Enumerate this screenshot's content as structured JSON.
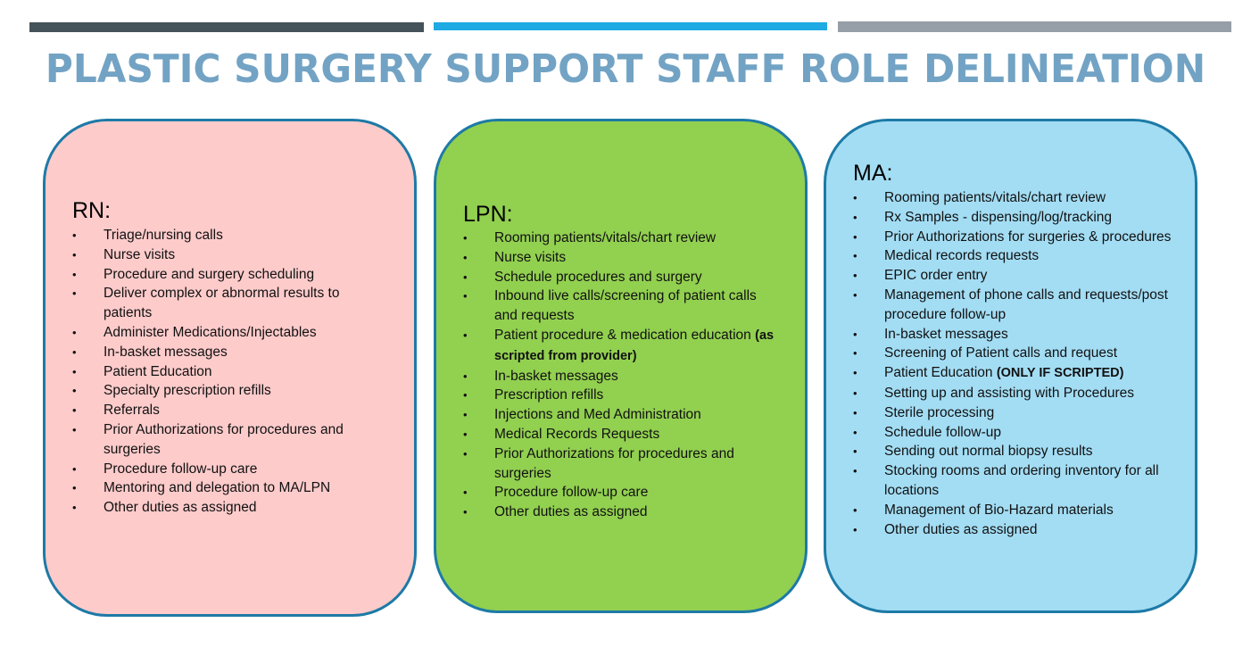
{
  "colors": {
    "bar_dark": "#465259",
    "bar_blue": "#1eaae2",
    "bar_gray": "#969ea8",
    "title": "#72a3c4",
    "box_border": "#1d7aa6",
    "rn_fill": "#fecbcb",
    "lpn_fill": "#92d050",
    "ma_fill": "#a3ddf4"
  },
  "title": "PLASTIC SURGERY SUPPORT STAFF ROLE DELINEATION",
  "bullet": "•",
  "rn": {
    "heading": "RN:",
    "items": [
      {
        "text": "Triage/nursing calls",
        "bold": ""
      },
      {
        "text": "Nurse visits",
        "bold": ""
      },
      {
        "text": "Procedure and surgery scheduling",
        "bold": ""
      },
      {
        "text": "Deliver complex or abnormal results to patients",
        "bold": ""
      },
      {
        "text": "Administer Medications/Injectables",
        "bold": ""
      },
      {
        "text": "In-basket messages",
        "bold": ""
      },
      {
        "text": "Patient Education",
        "bold": ""
      },
      {
        "text": "Specialty prescription refills",
        "bold": ""
      },
      {
        "text": "Referrals",
        "bold": ""
      },
      {
        "text": "Prior Authorizations for procedures and surgeries",
        "bold": ""
      },
      {
        "text": "Procedure follow-up care",
        "bold": ""
      },
      {
        "text": "Mentoring and delegation to MA/LPN",
        "bold": ""
      },
      {
        "text": "Other duties as assigned",
        "bold": ""
      }
    ]
  },
  "lpn": {
    "heading": "LPN:",
    "items": [
      {
        "text": "Rooming patients/vitals/chart review",
        "bold": ""
      },
      {
        "text": "Nurse visits",
        "bold": ""
      },
      {
        "text": "Schedule procedures and surgery",
        "bold": ""
      },
      {
        "text": "Inbound live calls/screening of patient calls and requests",
        "bold": ""
      },
      {
        "text": "Patient procedure & medication education ",
        "bold": "(as scripted from provider)"
      },
      {
        "text": "In-basket messages",
        "bold": ""
      },
      {
        "text": "Prescription refills",
        "bold": ""
      },
      {
        "text": "Injections and Med Administration",
        "bold": ""
      },
      {
        "text": "Medical Records Requests",
        "bold": ""
      },
      {
        "text": "Prior Authorizations for procedures and surgeries",
        "bold": ""
      },
      {
        "text": "Procedure follow-up care",
        "bold": ""
      },
      {
        "text": "Other duties as assigned",
        "bold": ""
      }
    ]
  },
  "ma": {
    "heading": "MA:",
    "items": [
      {
        "text": "Rooming patients/vitals/chart review",
        "bold": ""
      },
      {
        "text": "Rx Samples - dispensing/log/tracking",
        "bold": ""
      },
      {
        "text": "Prior Authorizations for surgeries & procedures",
        "bold": ""
      },
      {
        "text": "Medical records requests",
        "bold": ""
      },
      {
        "text": "EPIC order entry",
        "bold": ""
      },
      {
        "text": "Management of phone calls and requests/post procedure follow-up",
        "bold": ""
      },
      {
        "text": "In-basket messages",
        "bold": ""
      },
      {
        "text": "Screening of Patient calls and request",
        "bold": ""
      },
      {
        "text": "Patient Education ",
        "bold": "(ONLY IF SCRIPTED)"
      },
      {
        "text": "Setting up and assisting with Procedures",
        "bold": ""
      },
      {
        "text": "Sterile processing",
        "bold": ""
      },
      {
        "text": "Schedule follow-up",
        "bold": ""
      },
      {
        "text": "Sending out normal biopsy results",
        "bold": ""
      },
      {
        "text": "Stocking rooms and ordering inventory for all locations",
        "bold": ""
      },
      {
        "text": "Management of Bio-Hazard materials",
        "bold": ""
      },
      {
        "text": "Other duties as assigned",
        "bold": ""
      }
    ]
  }
}
